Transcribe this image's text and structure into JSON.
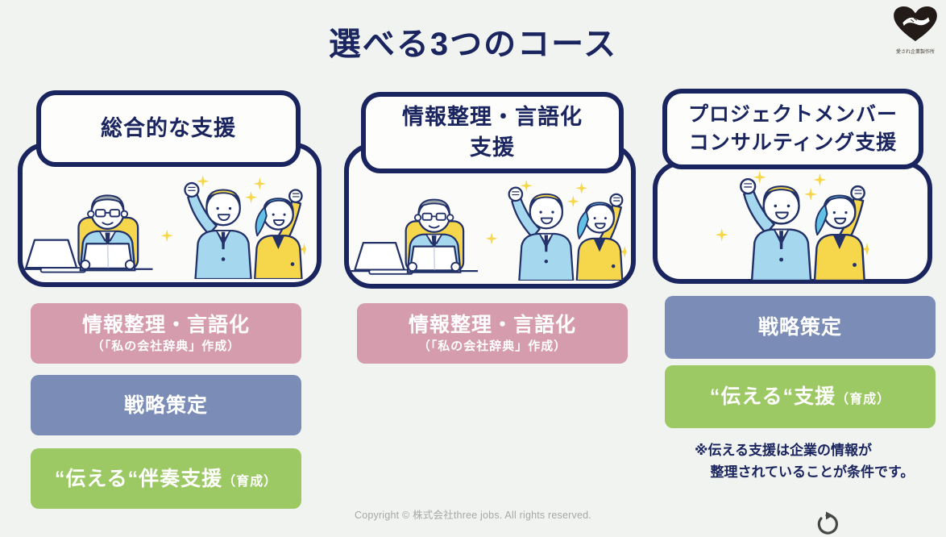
{
  "title": "選べる3つのコース",
  "logo": {
    "icon": "heart-handshake",
    "caption": "愛され企業製作所"
  },
  "colors": {
    "navy": "#1a2560",
    "pink": "#d59cad",
    "blue": "#7b8db7",
    "green": "#9cc963",
    "bg": "#f1f3f0",
    "card": "#fbfcfa"
  },
  "courses": [
    {
      "header": {
        "line1": "総合的な支援",
        "line2": ""
      },
      "illustration": "consultant-at-desk-and-cheering-staff",
      "boxes": {
        "pink": {
          "label": "情報整理・言語化",
          "sublabel": "（「私の会社辞典」作成）"
        },
        "blue": {
          "label": "戦略策定"
        },
        "green": {
          "label": "“伝える“伴奏支援",
          "suffix": "（育成）"
        }
      }
    },
    {
      "header": {
        "line1": "情報整理・言語化",
        "line2": "支援"
      },
      "illustration": "consultant-at-desk-and-cheering-staff",
      "boxes": {
        "pink": {
          "label": "情報整理・言語化",
          "sublabel": "（「私の会社辞典」作成）"
        }
      }
    },
    {
      "header": {
        "line1": "プロジェクトメンバー",
        "line2": "コンサルティング支援"
      },
      "illustration": "cheering-staff",
      "boxes": {
        "blue": {
          "label": "戦略策定"
        },
        "green": {
          "label": "“伝える“支援",
          "suffix": "（育成）"
        }
      },
      "note": {
        "line1": "※伝える支援は企業の情報が",
        "line2": "整理されていることが条件です。"
      }
    }
  ],
  "footer": {
    "copyright": "Copyright © 株式会社three jobs. All rights reserved.",
    "icon": "circular-arrow"
  }
}
